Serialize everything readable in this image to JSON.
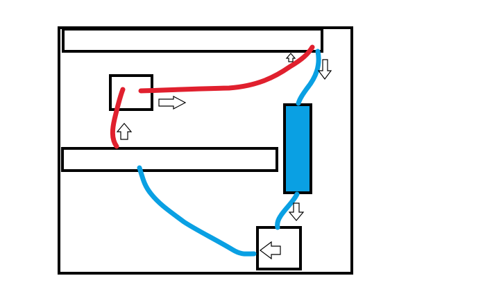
{
  "diagram": {
    "background": "#ffffff",
    "colors": {
      "outline": "#000000",
      "hot_line": "#e0202e",
      "cold_line": "#0aa0e3",
      "component_fill": "#0aa0e3",
      "arrow_fill": "#ffffff"
    },
    "parts": [
      {
        "name": "enclosure",
        "kind": "outline-box"
      },
      {
        "name": "top-bar",
        "kind": "outline-box"
      },
      {
        "name": "middle-bar",
        "kind": "outline-box"
      },
      {
        "name": "small-box",
        "kind": "outline-box"
      },
      {
        "name": "blue-component",
        "kind": "filled-box"
      },
      {
        "name": "bottom-box",
        "kind": "outline-box"
      }
    ],
    "lines": [
      {
        "name": "red-line",
        "color": "hot_line"
      },
      {
        "name": "blue-line",
        "color": "cold_line"
      }
    ],
    "arrows": [
      {
        "name": "arrow-right-icon",
        "direction": "right"
      },
      {
        "name": "arrow-up-icon",
        "direction": "up"
      },
      {
        "name": "arrow-up-small-icon",
        "direction": "up"
      },
      {
        "name": "arrow-down-icon",
        "direction": "down"
      },
      {
        "name": "arrow-down-lower-icon",
        "direction": "down"
      },
      {
        "name": "arrow-left-icon",
        "direction": "left"
      }
    ]
  }
}
